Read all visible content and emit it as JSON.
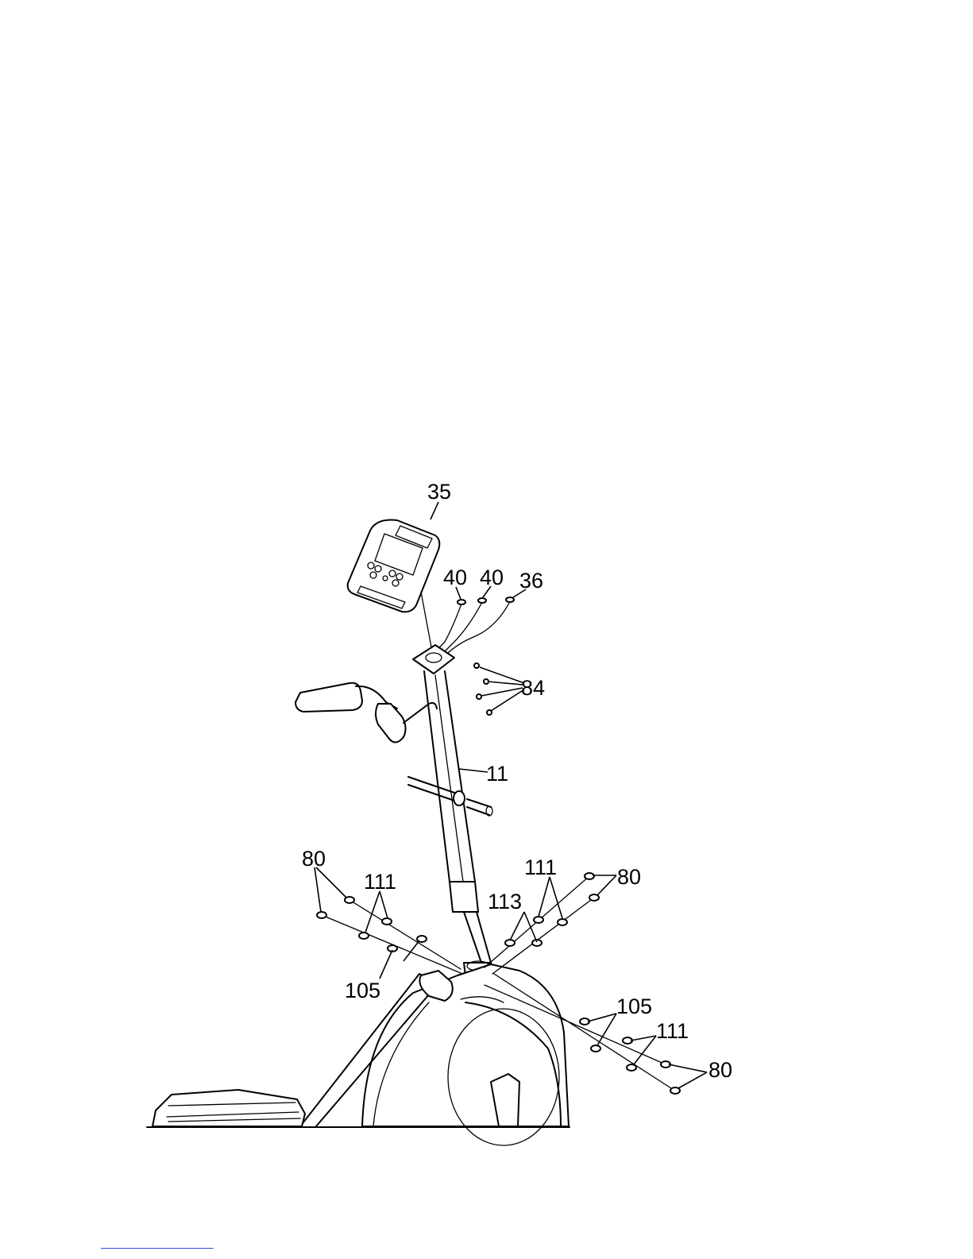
{
  "diagram": {
    "labels": {
      "console": "35",
      "wire_a": "40",
      "wire_b": "40",
      "wire_c": "36",
      "screws_top": "84",
      "upright_post": "11",
      "bolts_left": "80",
      "washers_left": "111",
      "flat_washers_left": "105",
      "washer_113": "113",
      "washers_right_top": "111",
      "bolts_right_top": "80",
      "flat_washers_right": "105",
      "washers_right_bottom": "111",
      "bolts_right_bottom": "80"
    }
  },
  "colors": {
    "line": "#000000",
    "background": "#ffffff",
    "footer_rule": "#2a4fd6"
  }
}
